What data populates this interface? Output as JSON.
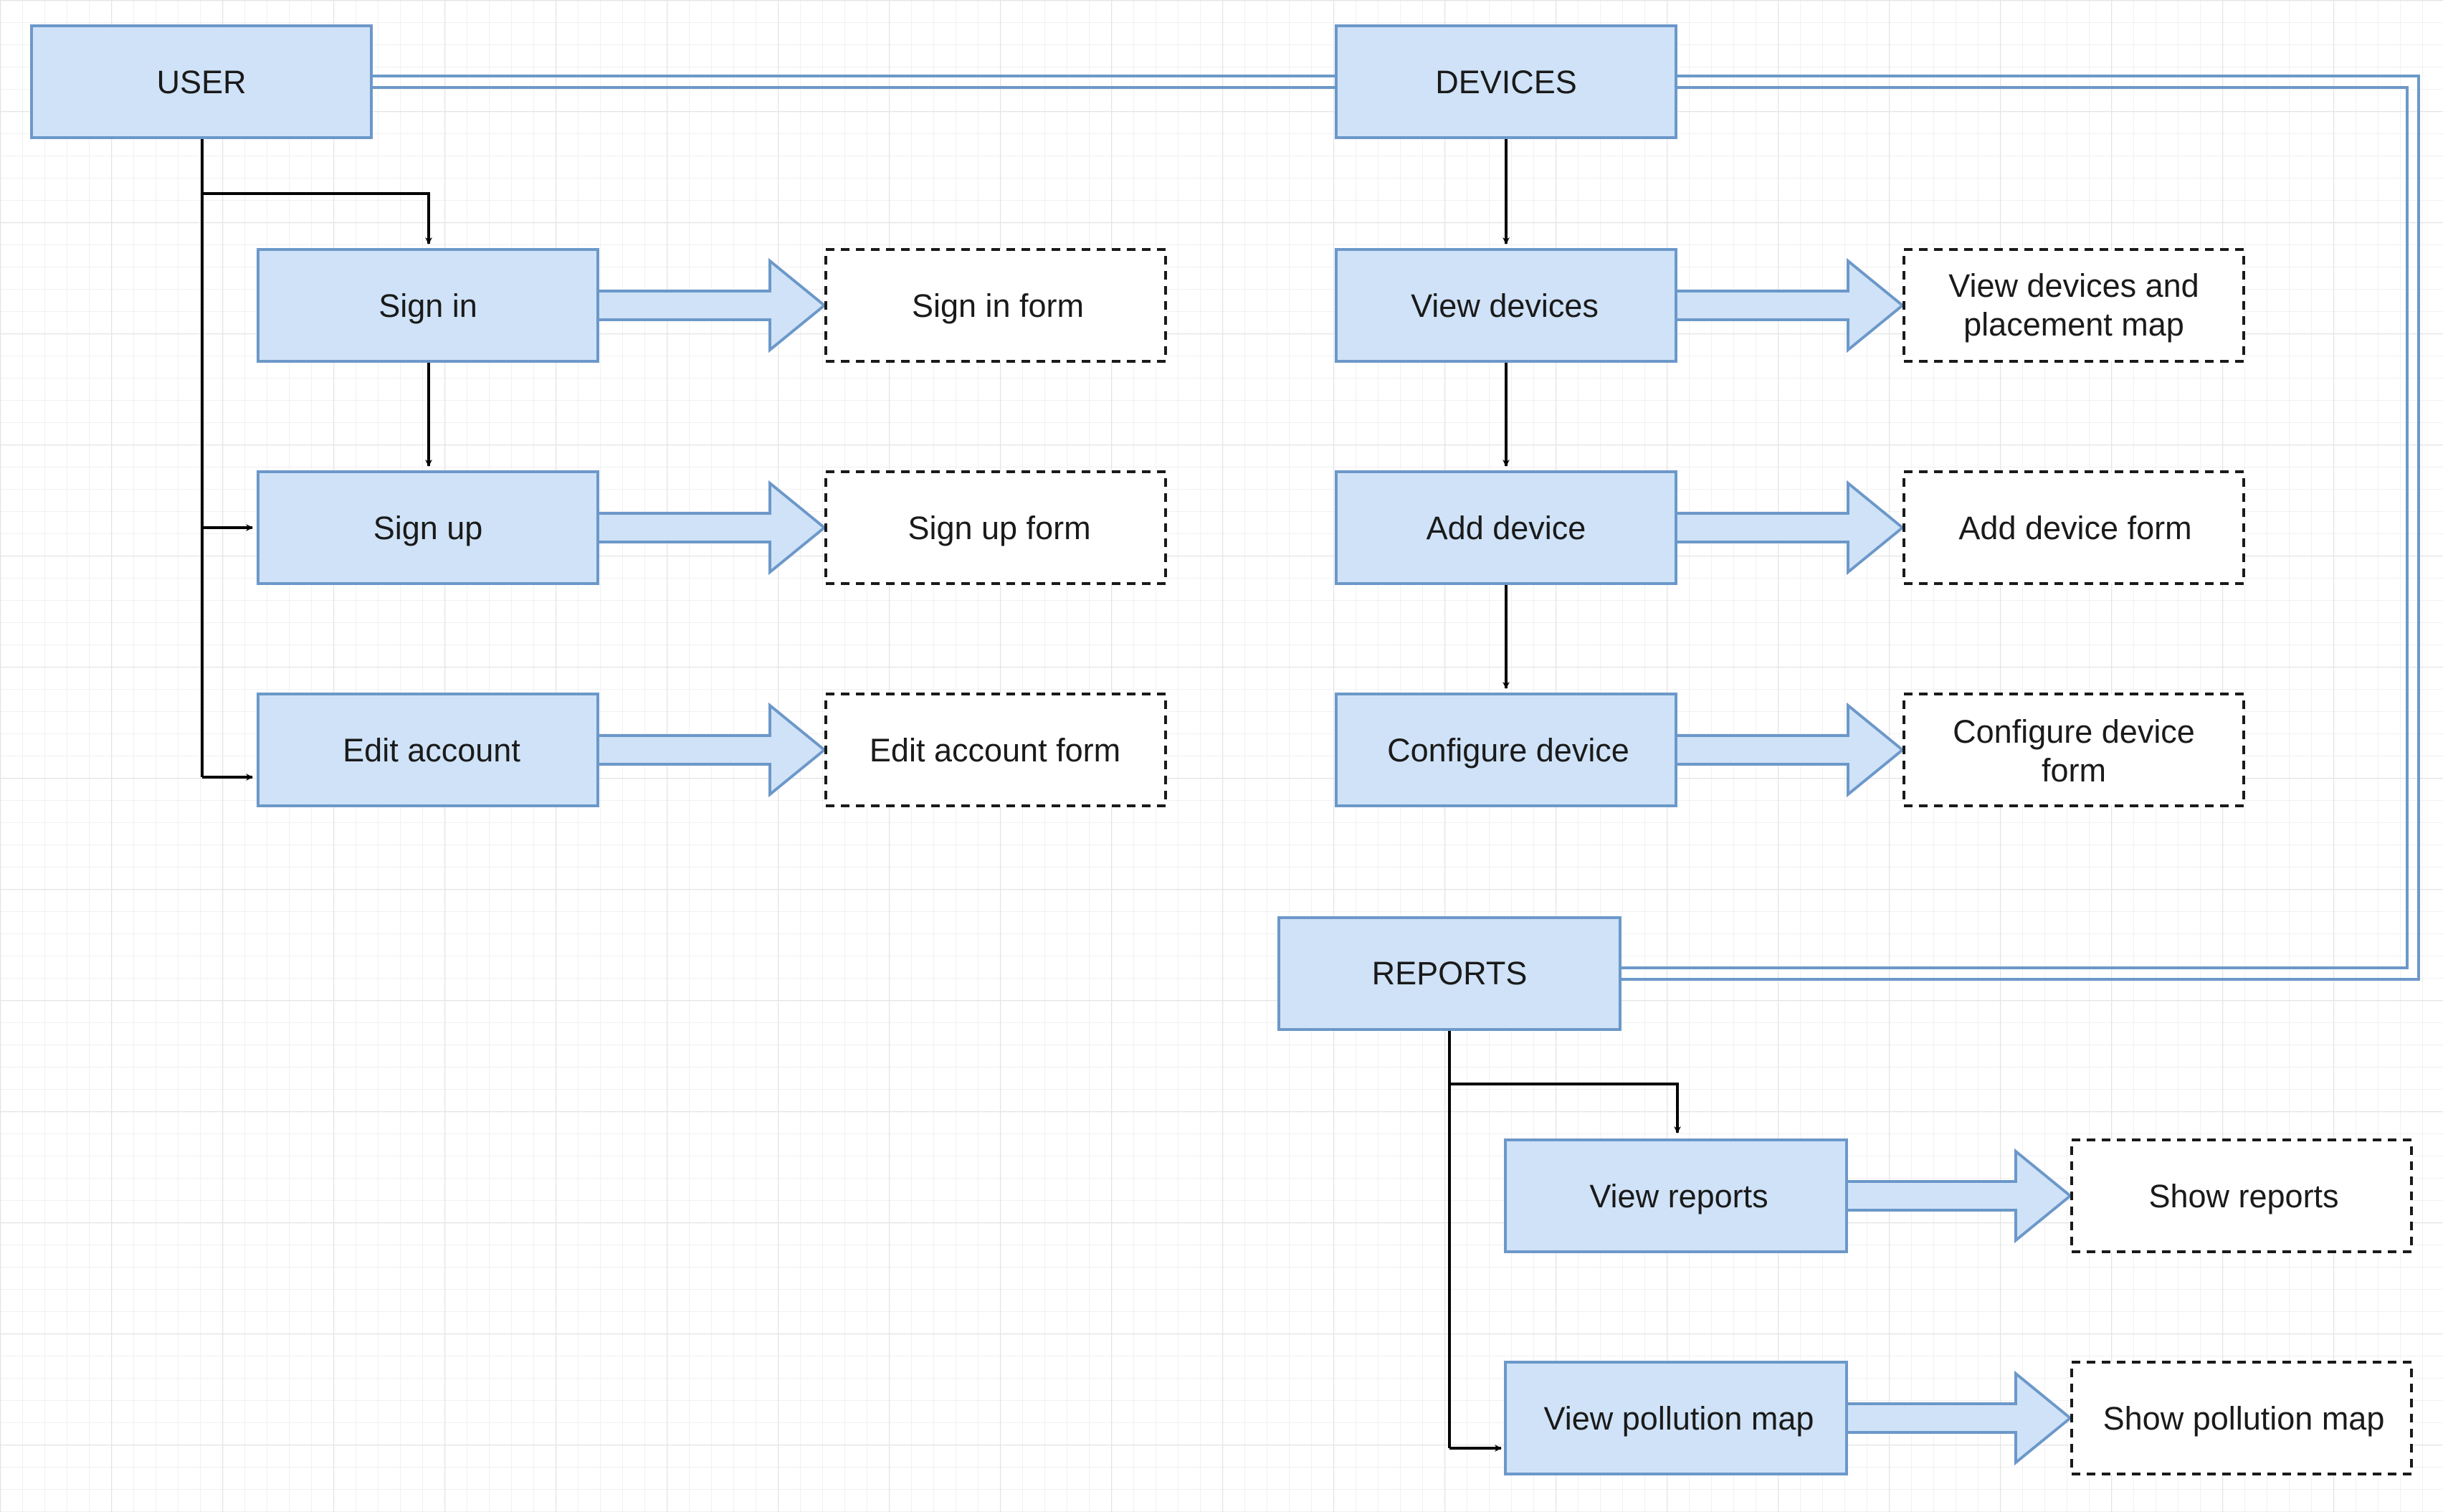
{
  "colors": {
    "node_fill": "#cfe2f7",
    "node_stroke": "#6c98c9",
    "form_fill": "#ffffff",
    "form_stroke": "#1a1a1a",
    "connector": "#000000",
    "link": "#6c98c9",
    "grid": "#ececec"
  },
  "nodes": {
    "user": "USER",
    "devices": "DEVICES",
    "reports": "REPORTS",
    "sign_in": "Sign in",
    "sign_up": "Sign up",
    "edit_account": "Edit account",
    "view_devices": "View devices",
    "add_device": "Add device",
    "configure_device": "Configure device",
    "view_reports": "View reports",
    "view_pollution_map": "View pollution map"
  },
  "forms": {
    "sign_in_form": "Sign in form",
    "sign_up_form": "Sign up form",
    "edit_account_form": "Edit account form",
    "view_devices_map": {
      "line1": "View devices and",
      "line2": "placement map"
    },
    "add_device_form": "Add device form",
    "configure_device_form": {
      "line1": "Configure device",
      "line2": "form"
    },
    "show_reports": "Show reports",
    "show_pollution_map": "Show pollution map"
  }
}
